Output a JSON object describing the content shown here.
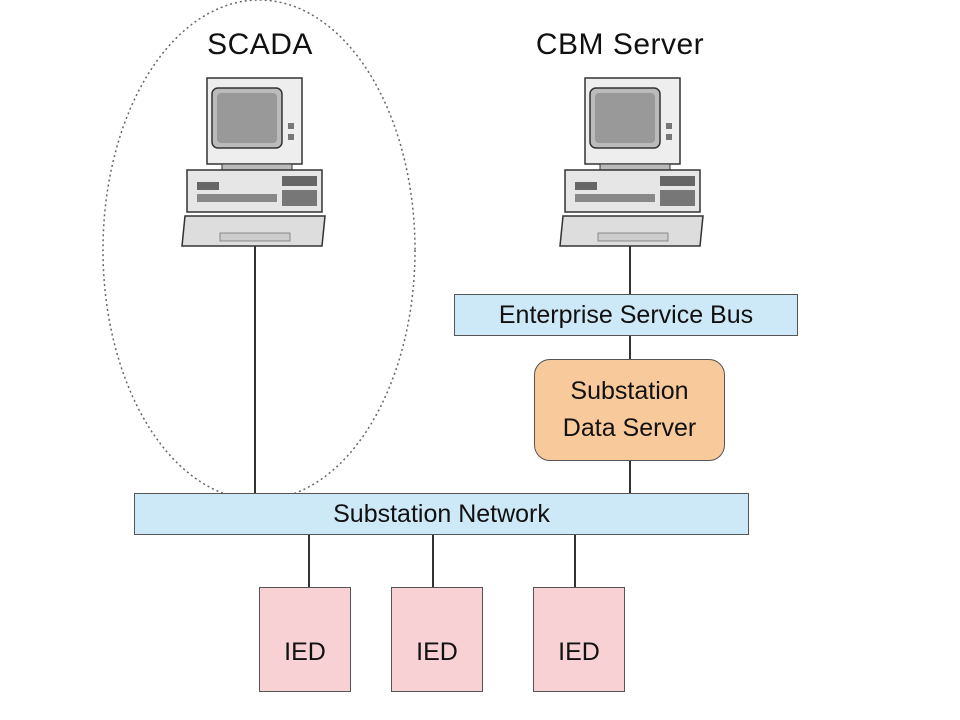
{
  "nodes": {
    "scada": {
      "label": "SCADA"
    },
    "cbm": {
      "label": "CBM Server"
    },
    "esb": {
      "label": "Enterprise Service Bus"
    },
    "data_server": {
      "line1": "Substation",
      "line2": "Data Server"
    },
    "network": {
      "label": "Substation Network"
    },
    "ieds": [
      {
        "label": "IED"
      },
      {
        "label": "IED"
      },
      {
        "label": "IED"
      }
    ]
  },
  "colors": {
    "bus_fill": "#cde8f7",
    "server_fill": "#f8c99a",
    "ied_fill": "#f7d1d3",
    "outline": "#555555"
  },
  "icons": [
    "computer-icon",
    "computer-icon"
  ]
}
